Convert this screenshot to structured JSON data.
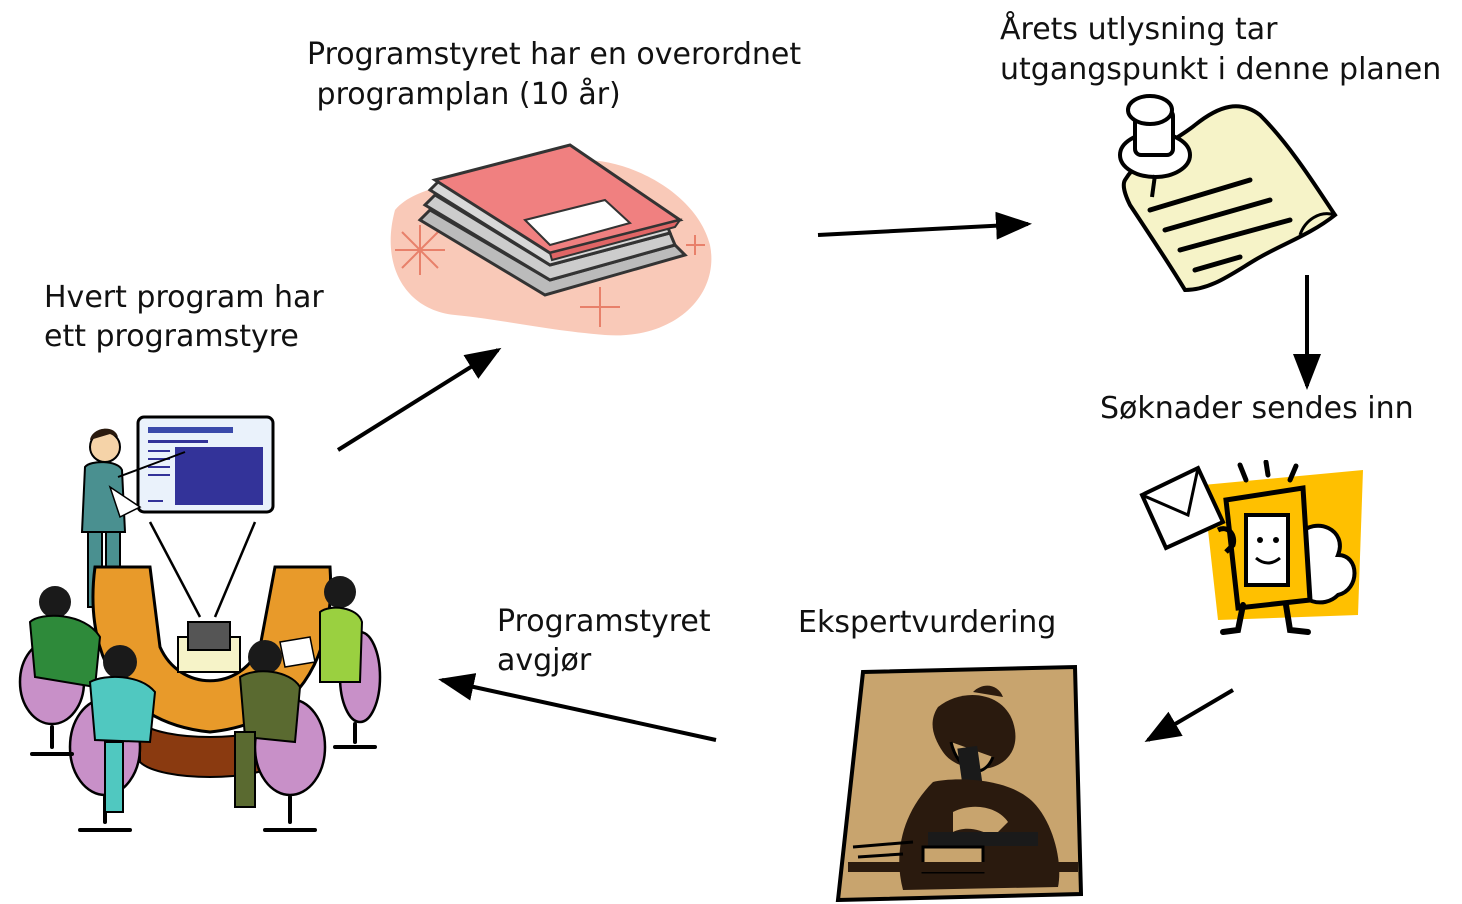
{
  "labels": {
    "plan_line1": "Programstyret har en overordnet",
    "plan_line2": " programplan (10 år)",
    "call_line1": "Årets utlysning tar",
    "call_line2": "utgangspunkt i denne planen",
    "board_line1": "Hvert program har",
    "board_line2": "ett programstyre",
    "submit": "Søknader sendes inn",
    "expert": "Ekspertvurdering",
    "decide_line1": "Programstyret",
    "decide_line2": "avgjør"
  },
  "illustrations": {
    "plan": "book-stack-icon",
    "call": "pinned-note-icon",
    "submit": "mail-computer-icon",
    "expert": "microscope-scientist-icon",
    "board": "meeting-presentation-icon"
  },
  "colors": {
    "arrow": "#000000",
    "book_cover": "#f08080",
    "book_blob": "#f9c9b8",
    "note_paper": "#f6f3c8",
    "sun_yellow": "#ffc000",
    "expert_bg": "#c8a46e",
    "screen_blue": "#333399",
    "table_orange": "#e89a2a",
    "chair_purple": "#c890c8"
  }
}
